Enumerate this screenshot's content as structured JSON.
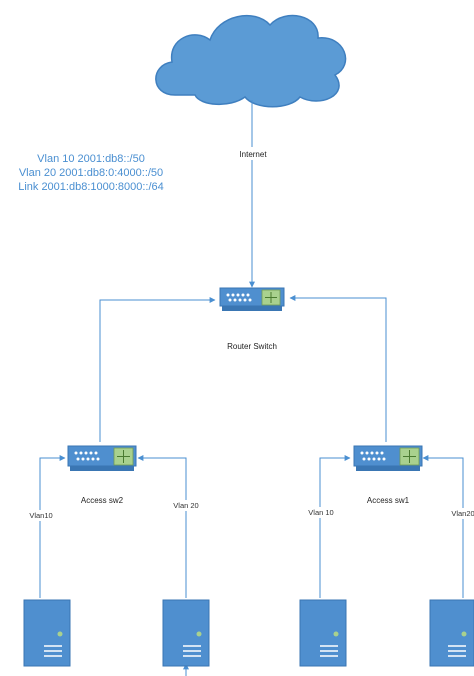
{
  "diagram": {
    "internet_label": "Internet",
    "router_label": "Router Switch",
    "notes": [
      "Vlan 10 2001:db8::/50",
      "Vlan 20 2001:db8:0:4000::/50",
      "Link 2001:db8:1000:8000::/64"
    ],
    "access_sw2_label": "Access sw2",
    "access_sw1_label": "Access sw1",
    "vlan_labels": {
      "server1": "Vlan10",
      "server2": "Vlan 20",
      "server3": "Vlan 10",
      "server4": "Vlan20"
    },
    "colors": {
      "cloud": "#5b9bd5",
      "device": "#4f8fcf",
      "link": "#4a8fd1",
      "port_green": "#a9d18e"
    }
  }
}
